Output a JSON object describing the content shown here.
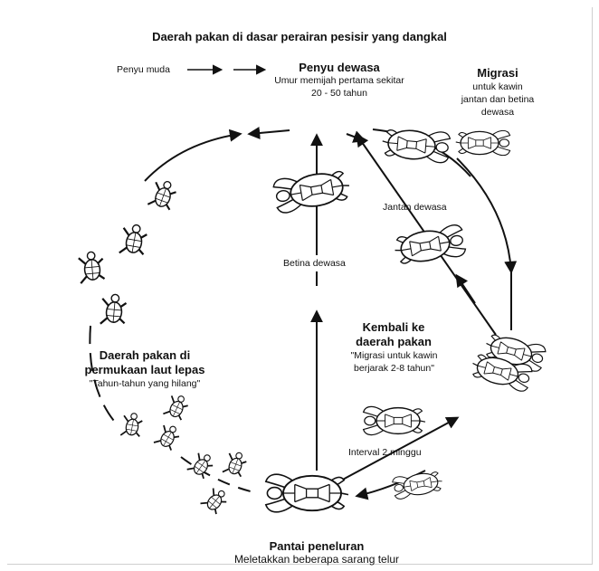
{
  "diagram": {
    "title": "Daerah pakan di dasar perairan pesisir yang dangkal",
    "juvenile_label": "Penyu muda",
    "adult": {
      "title": "Penyu dewasa",
      "line1": "Umur memijah pertama sekitar",
      "line2": "20 - 50 tahun"
    },
    "migration": {
      "title": "Migrasi",
      "line1": "untuk kawin",
      "line2": "jantan dan betina",
      "line3": "dewasa"
    },
    "male_label": "Jantan dewasa",
    "female_label": "Betina dewasa",
    "return": {
      "line1": "Kembali ke",
      "line2": "daerah pakan",
      "line3": "\"Migrasi untuk kawin",
      "line4": "berjarak 2-8 tahun\""
    },
    "open_sea": {
      "line1": "Daerah pakan di",
      "line2": "permukaan laut lepas",
      "line3": "\"Tahun-tahun yang hilang\""
    },
    "interval_label": "Interval 2 minggu",
    "beach": {
      "title": "Pantai peneluran",
      "subtitle": "Meletakkan beberapa sarang telur"
    }
  },
  "icons": {
    "turtle": "sea-turtle-icon",
    "arrow": "arrow-icon"
  },
  "colors": {
    "line": "#111111",
    "turtle_fill": "#ffffff",
    "frame": "#cfcfcf"
  }
}
